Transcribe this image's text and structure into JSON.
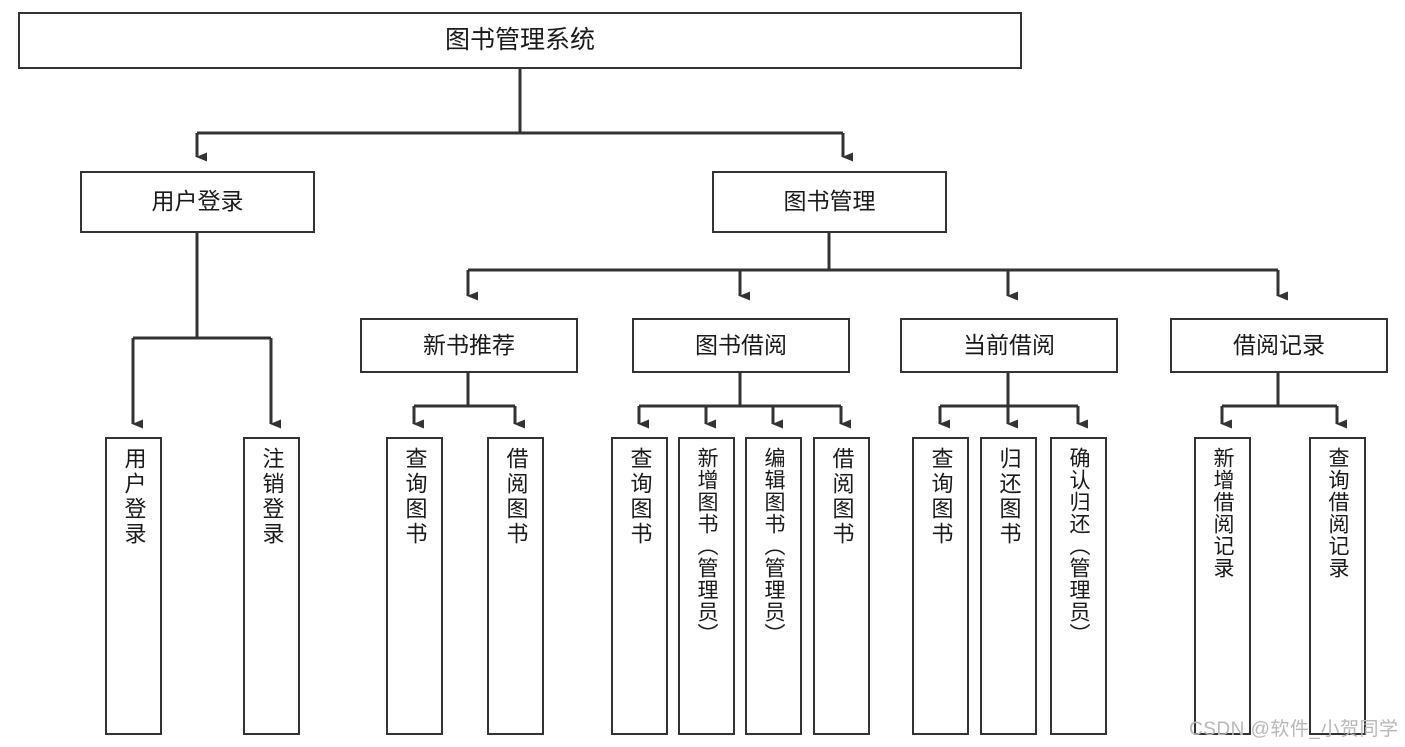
{
  "diagram": {
    "title": "图书管理系统",
    "type": "tree-hierarchy-chart",
    "root": {
      "label": "图书管理系统"
    },
    "level_two": [
      {
        "label": "用户登录"
      },
      {
        "label": "图书管理"
      }
    ],
    "level_three": [
      {
        "label": "新书推荐"
      },
      {
        "label": "图书借阅"
      },
      {
        "label": "当前借阅"
      },
      {
        "label": "借阅记录"
      }
    ],
    "leaves": {
      "user_login": [
        {
          "label": "用户登录"
        },
        {
          "label": "注销登录"
        }
      ],
      "new_book_recommend": [
        {
          "label": "查询图书"
        },
        {
          "label": "借阅图书"
        }
      ],
      "book_borrow": [
        {
          "label": "查询图书"
        },
        {
          "label": "新增图书（管理员）"
        },
        {
          "label": "编辑图书（管理员）"
        },
        {
          "label": "借阅图书"
        }
      ],
      "current_borrow": [
        {
          "label": "查询图书"
        },
        {
          "label": "归还图书"
        },
        {
          "label": "确认归还（管理员）"
        }
      ],
      "borrow_record": [
        {
          "label": "新增借阅记录"
        },
        {
          "label": "查询借阅记录"
        }
      ]
    }
  },
  "watermark": {
    "text": "CSDN @软件_小贺同学"
  },
  "colors": {
    "stroke": "#333333",
    "background": "#ffffff",
    "text": "#1a1a1a",
    "watermark": "#b8b8b8"
  }
}
